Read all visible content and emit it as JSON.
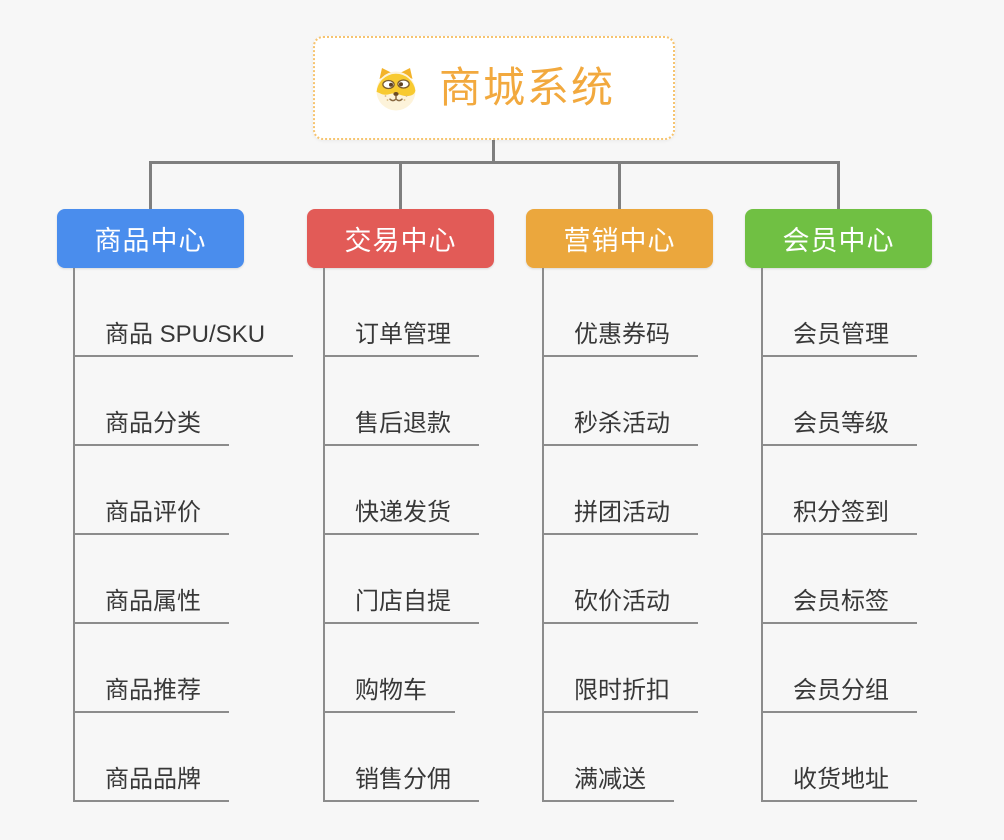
{
  "page": {
    "background": "#f7f7f7",
    "connector_color": "#7f7f7f",
    "underline_color": "#8c8c8c"
  },
  "root": {
    "label": "商城系统",
    "icon": "dog-face",
    "text_color": "#f2a93e",
    "border_color": "#f6c470"
  },
  "branches": [
    {
      "label": "商品中心",
      "color": "#4a8ded",
      "children": [
        "商品 SPU/SKU",
        "商品分类",
        "商品评价",
        "商品属性",
        "商品推荐",
        "商品品牌"
      ]
    },
    {
      "label": "交易中心",
      "color": "#e25b57",
      "children": [
        "订单管理",
        "售后退款",
        "快递发货",
        "门店自提",
        "购物车",
        "销售分佣"
      ]
    },
    {
      "label": "营销中心",
      "color": "#eba73d",
      "children": [
        "优惠券码",
        "秒杀活动",
        "拼团活动",
        "砍价活动",
        "限时折扣",
        "满减送"
      ]
    },
    {
      "label": "会员中心",
      "color": "#70c043",
      "children": [
        "会员管理",
        "会员等级",
        "积分签到",
        "会员标签",
        "会员分组",
        "收货地址"
      ]
    }
  ]
}
